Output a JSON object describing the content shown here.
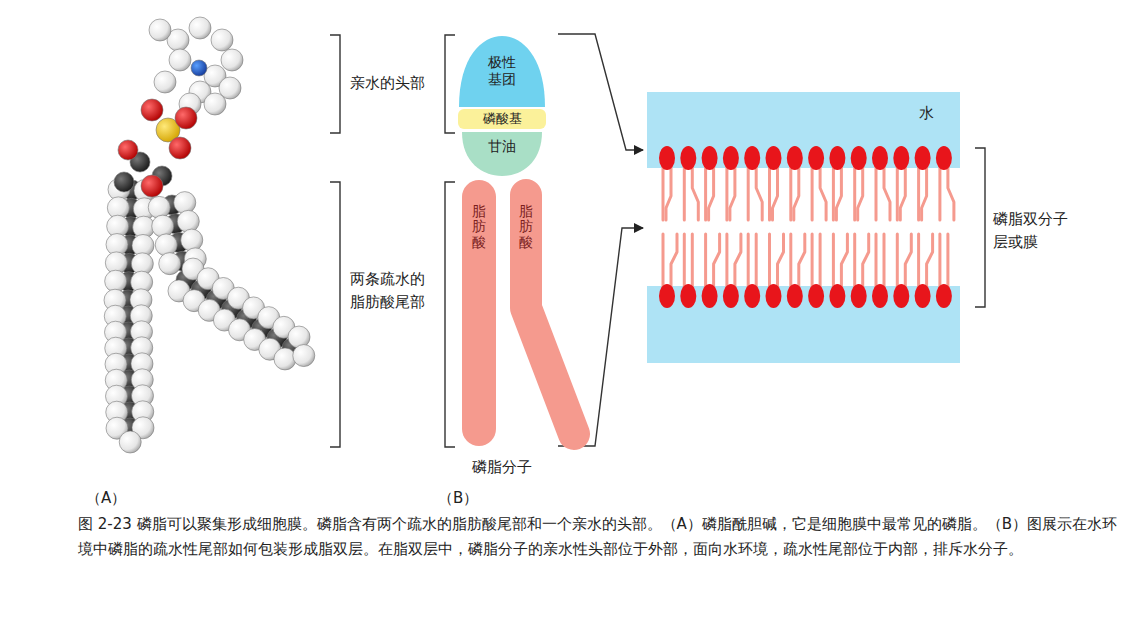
{
  "diagram": {
    "caption": "图 2-23 磷脂可以聚集形成细胞膜。磷脂含有两个疏水的脂肪酸尾部和一个亲水的头部。（A）磷脂酰胆碱，它是细胞膜中最常见的磷脂。（B）图展示在水环境中磷脂的疏水性尾部如何包装形成脂双层。在脂双层中，磷脂分子的亲水性头部位于外部，面向水环境，疏水性尾部位于内部，排斥水分子。",
    "nodes": [
      {
        "text": [
          "极性基团"
        ]
      },
      {
        "text": [
          "磷酸基"
        ]
      },
      {
        "text": [
          "甘油"
        ]
      },
      {
        "text": [
          "脂肪酸"
        ]
      },
      {
        "text": [
          "脂肪酸"
        ]
      },
      {
        "text": [
          "水"
        ]
      }
    ],
    "labels": [
      "亲水的头部",
      "两条疏水的脂肪酸尾部",
      "磷脂分子",
      "磷脂双分子层或膜",
      "（A）",
      "（B）"
    ]
  }
}
